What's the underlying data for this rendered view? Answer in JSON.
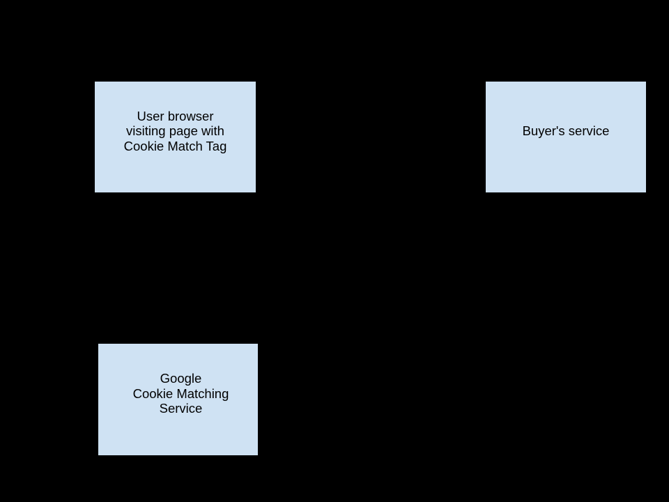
{
  "colors": {
    "background": "#000000",
    "node_fill": "#cfe2f3",
    "node_border": "#000000",
    "node_text": "#000000"
  },
  "diagram": {
    "type": "flow-diagram",
    "nodes": [
      {
        "id": "user-browser",
        "lines": [
          "User browser",
          "visiting page with",
          "Cookie Match Tag"
        ]
      },
      {
        "id": "buyers-service",
        "lines": [
          "Buyer's service"
        ]
      },
      {
        "id": "google-cookie-matching-service",
        "lines": [
          "Google",
          "Cookie Matching",
          "Service"
        ]
      }
    ]
  }
}
